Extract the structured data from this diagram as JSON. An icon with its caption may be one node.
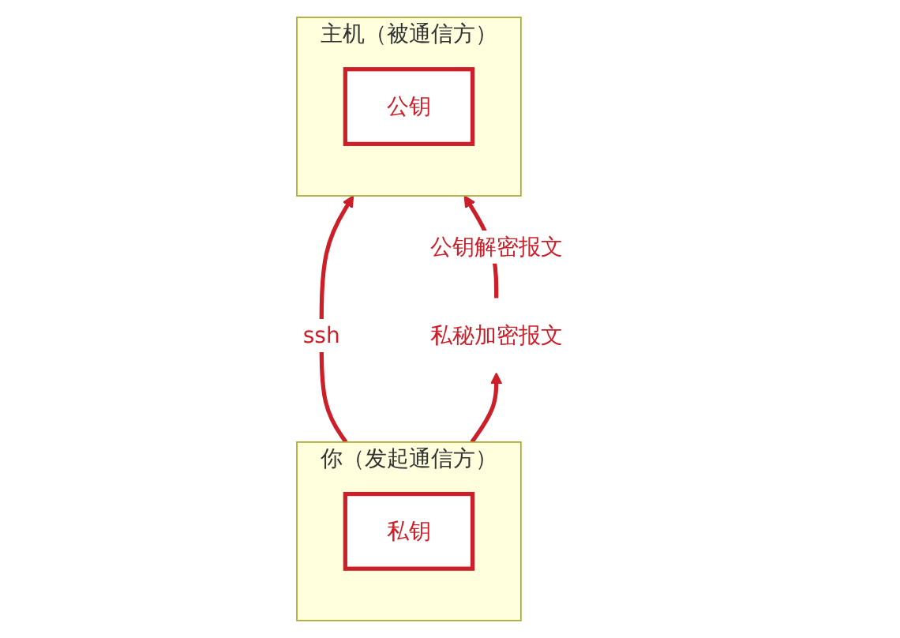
{
  "diagram": {
    "nodes": [
      {
        "text": [
          "主机（被通信方）"
        ]
      },
      {
        "text": [
          "公钥"
        ],
        "in": 0
      },
      {
        "text": [
          "你（发起通信方）"
        ]
      },
      {
        "text": [
          "私钥"
        ],
        "in": 2
      },
      {
        "text": [
          "私秘加密报文"
        ]
      }
    ],
    "edges": [
      {
        "from": 2,
        "to": 0,
        "arrow": "to",
        "label": "ssh"
      },
      {
        "from": 2,
        "to": 4,
        "arrow": "to"
      },
      {
        "from": 4,
        "to": 0,
        "arrow": "to",
        "label": "公钥解密报文"
      }
    ]
  }
}
